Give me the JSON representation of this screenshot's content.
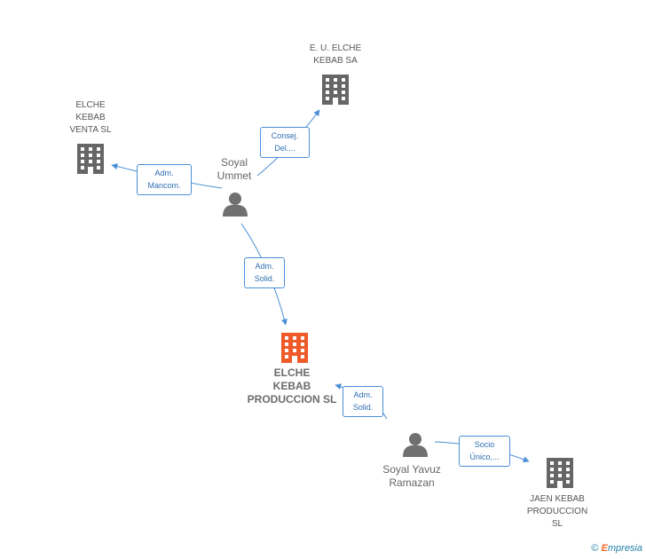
{
  "nodes": {
    "eu_elche": {
      "label": "E.  U. ELCHE\nKEBAB SA"
    },
    "elche_venta": {
      "label": "ELCHE\nKEBAB\nVENTA SL"
    },
    "soyal_ummet": {
      "label": "Soyal\nUmmet"
    },
    "elche_produccion": {
      "label": "ELCHE\nKEBAB\nPRODUCCION SL"
    },
    "soyal_yavuz": {
      "label": "Soyal Yavuz\nRamazan"
    },
    "jaen_kebab": {
      "label": "JAEN KEBAB\nPRODUCCION\nSL"
    }
  },
  "relations": {
    "consej": "Consej.\nDel....",
    "adm_mancom": "Adm.\nMancom.",
    "adm_solid_1": "Adm.\nSolid.",
    "adm_solid_2": "Adm.\nSolid.",
    "socio_unico": "Socio\nÚnico,..."
  },
  "brand": {
    "copyright": "©",
    "e": "E",
    "rest": "mpresia"
  },
  "colors": {
    "company": "#666666",
    "main_company": "#f05a28",
    "person": "#707070",
    "edge": "#4a8fd6"
  },
  "icons": {
    "company": "building-icon",
    "person": "person-icon"
  }
}
